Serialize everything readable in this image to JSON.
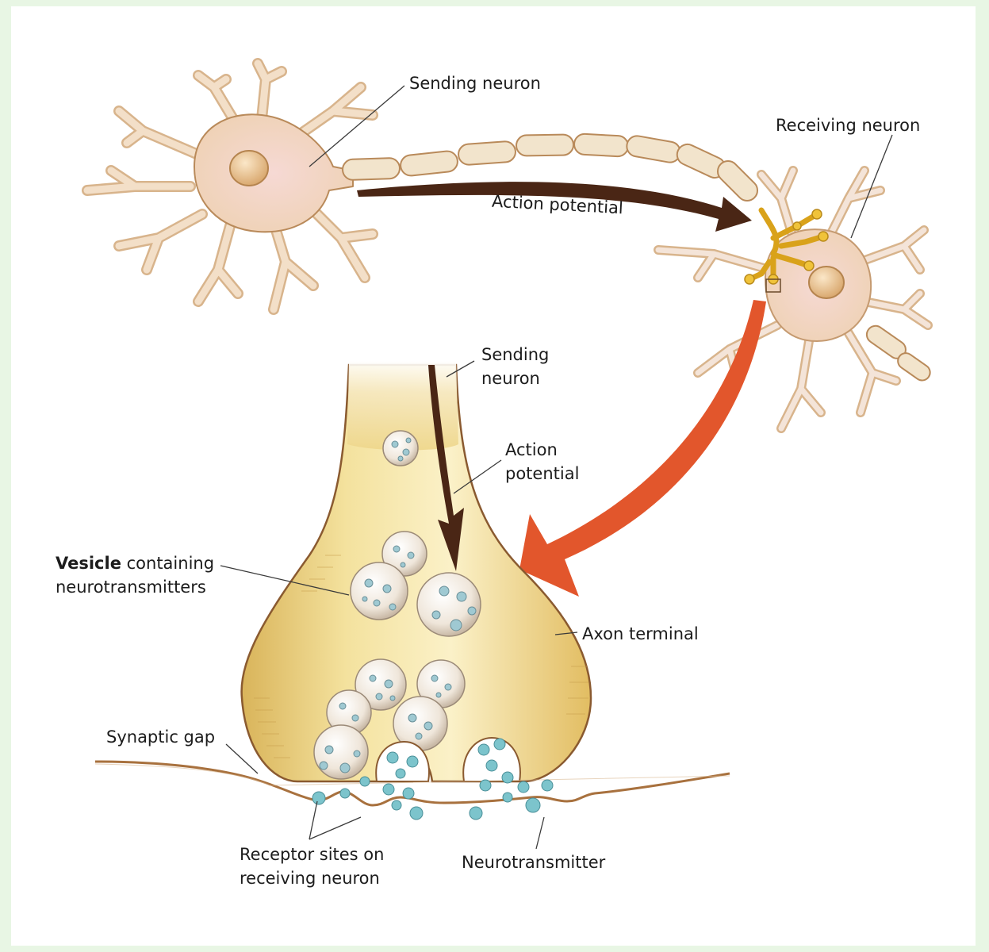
{
  "labels": {
    "sending_neuron_top": "Sending neuron",
    "receiving_neuron": "Receiving neuron",
    "action_potential_top": "Action potential",
    "sending_neuron_line1": "Sending",
    "sending_neuron_line2": "neuron",
    "action_potential_line1": "Action",
    "action_potential_line2": "potential",
    "vesicle_bold": "Vesicle",
    "vesicle_rest": " containing",
    "vesicle_line2": "neurotransmitters",
    "axon_terminal": "Axon terminal",
    "synaptic_gap": "Synaptic gap",
    "receptor_line1": "Receptor sites on",
    "receptor_line2": "receiving neuron",
    "neurotransmitter": "Neurotransmitter"
  },
  "colors": {
    "page_border": "#e8f6e4",
    "neuron_fill": "#f4e1cf",
    "neuron_stroke": "#b98a5a",
    "terminal_fill": "#efd98a",
    "action_arrow": "#4a2615",
    "zoom_arrow": "#e2562c",
    "neurotransmitter": "#7cc4cc"
  }
}
